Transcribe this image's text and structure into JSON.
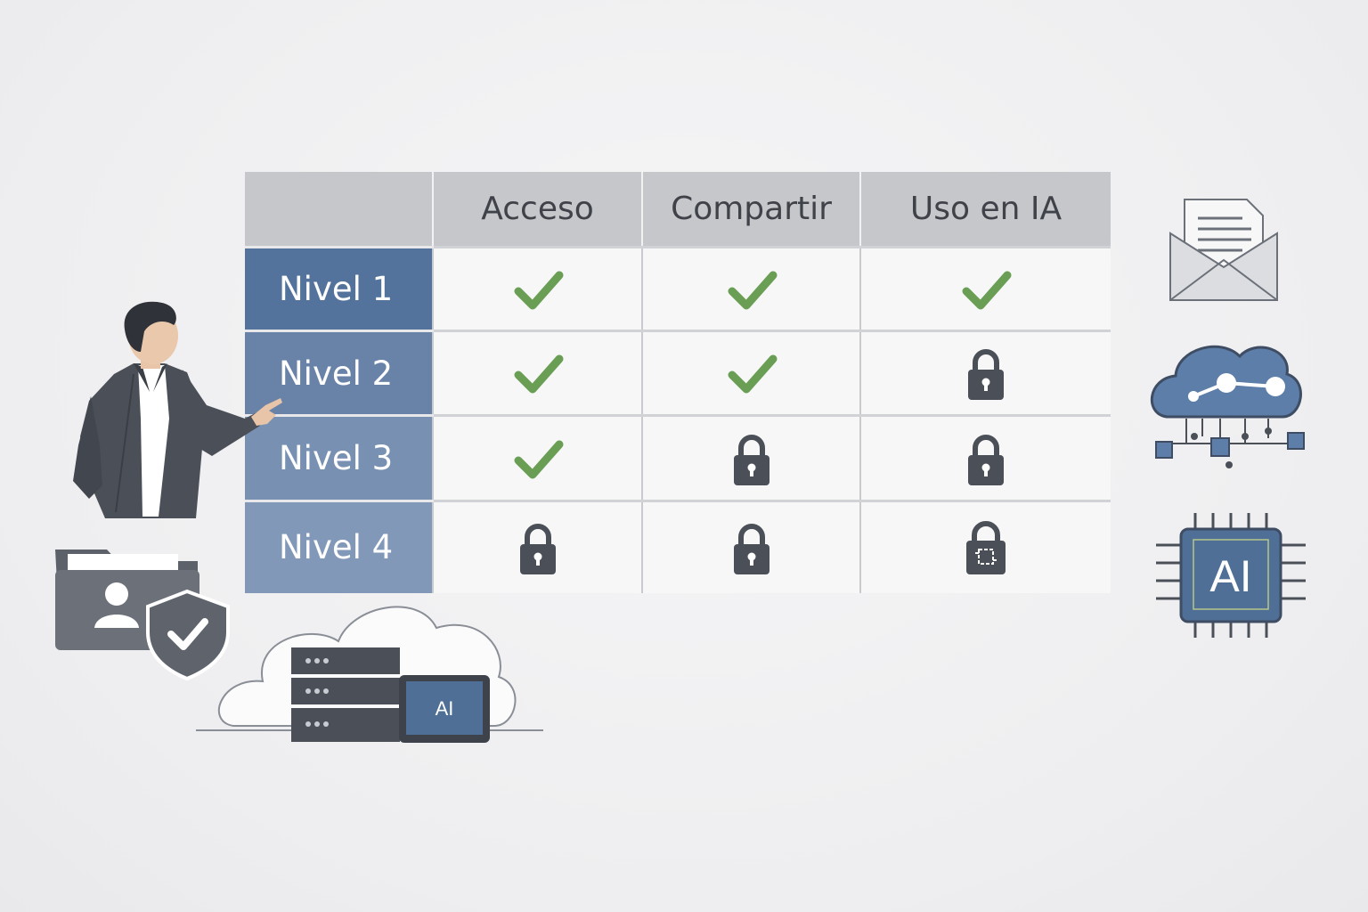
{
  "table": {
    "columns": [
      "Acceso",
      "Compartir",
      "Uso en IA"
    ],
    "rows": [
      {
        "label": "Nivel 1",
        "cells": [
          "check-icon",
          "check-icon",
          "check-icon"
        ]
      },
      {
        "label": "Nivel 2",
        "cells": [
          "check-icon",
          "check-icon",
          "lock-icon"
        ]
      },
      {
        "label": "Nivel 3",
        "cells": [
          "check-icon",
          "lock-icon",
          "lock-icon"
        ]
      },
      {
        "label": "Nivel 4",
        "cells": [
          "lock-icon",
          "lock-icon",
          "ai-lock-icon"
        ]
      }
    ]
  },
  "illustrations": {
    "chip_label": "AI",
    "tablet_label": "AI"
  },
  "colors": {
    "header_bg": "#c6c7cb",
    "level_1": "#54739c",
    "level_2": "#6983a8",
    "level_3": "#7891b3",
    "level_4": "#8198b8",
    "check": "#6a9e55",
    "lock": "#4b4f57"
  }
}
